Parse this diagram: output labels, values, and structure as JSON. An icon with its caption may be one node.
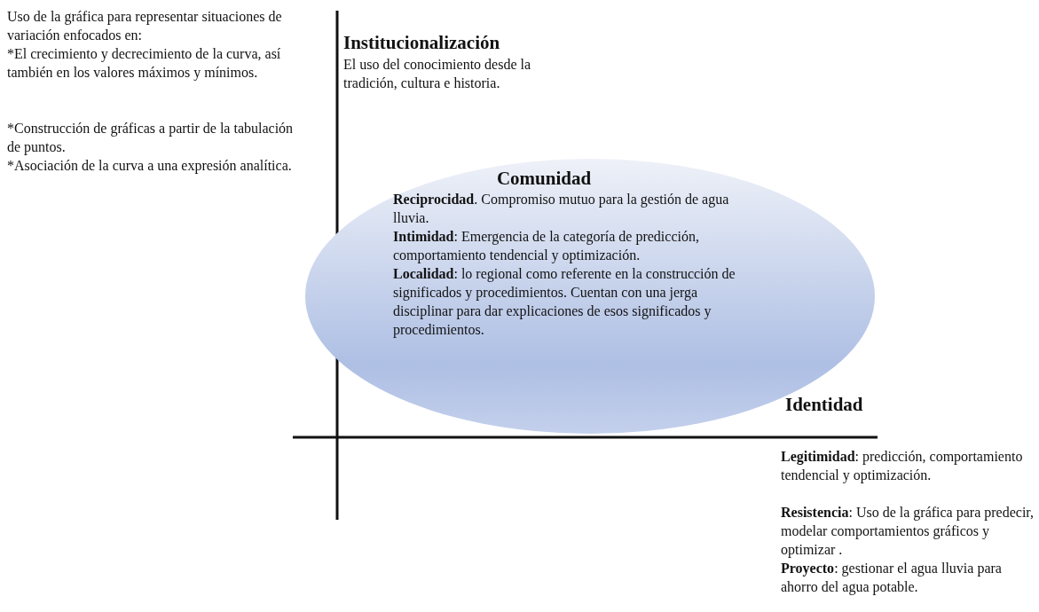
{
  "diagram": {
    "nodes": [
      {
        "text": [
          "Comunidad",
          "**Reciprocidad**. Compromiso mutuo para la gestión de agua lluvia.",
          "**Intimidad**: Emergencia de la categoría de predicción, comportamiento tendencial y optimización.",
          "**Localidad**: lo regional como referente en la construcción de significados y procedimientos. Cuentan con una jerga disciplinar para dar explicaciones de esos significados y procedimientos."
        ]
      }
    ],
    "edges": [],
    "labels": [
      "Uso de la gráfica para representar situaciones de variación enfocados en:",
      "*El crecimiento y decrecimiento de la curva, así también en los valores máximos y mínimos.",
      "*Construcción de gráficas a partir de la tabulación de puntos.",
      "*Asociación de la curva a una expresión analítica.",
      "Institucionalización",
      "El uso del conocimiento desde la tradición, cultura e historia.",
      "Identidad",
      "**Legitimidad**: predicción, comportamiento tendencial y optimización.",
      "**Resistencia**: Uso de la gráfica para predecir, modelar comportamientos gráficos y optimizar .",
      "**Proyecto**: gestionar el agua lluvia para ahorro del agua potable."
    ]
  }
}
